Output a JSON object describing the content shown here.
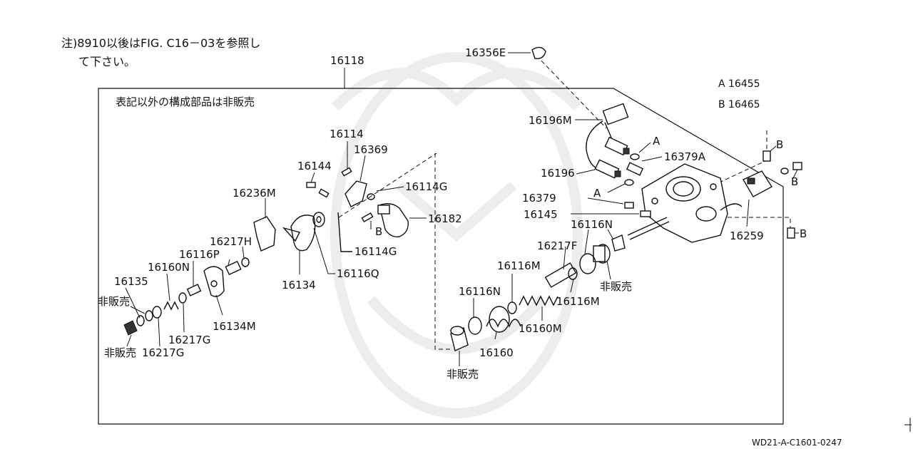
{
  "note": {
    "line1": "注)8910以後はFIG. C16－03を参照し",
    "line2": "て下さい。"
  },
  "frame_note": "表記以外の構成部品は非販売",
  "legend": {
    "a": "A 16455",
    "b": "B 16465"
  },
  "diagram_code": "WD21-A-C1601-0247",
  "labels": {
    "p16118": "16118",
    "p16356E": "16356E",
    "p16196M": "16196M",
    "pA_top": "A",
    "p16379A": "16379A",
    "p16196": "16196",
    "pA_mid": "A",
    "p16379": "16379",
    "p16145": "16145",
    "p16259": "16259",
    "pB_1": "B",
    "pB_2": "B",
    "pB_3": "B",
    "p16114": "16114",
    "p16369": "16369",
    "p16144": "16144",
    "p16114G_top": "16114G",
    "p16182": "16182",
    "pB_4": "B",
    "p16114G_bot": "16114G",
    "p16236M": "16236M",
    "p16217H": "16217H",
    "p16116P": "16116P",
    "p16160N_left": "16160N",
    "p16135": "16135",
    "nonsale_1": "非販売",
    "nonsale_2": "非販売",
    "p16217G_a": "16217G",
    "p16217G_b": "16217G",
    "p16134M": "16134M",
    "p16134": "16134",
    "p16116Q": "16116Q",
    "p16116N_right": "16116N",
    "p16217F": "16217F",
    "p16116M_top": "16116M",
    "p16116N_mid": "16116N",
    "p16116M_bot": "16116M",
    "nonsale_3": "非販売",
    "p16160M": "16160M",
    "p16160": "16160",
    "nonsale_4": "非販売"
  }
}
